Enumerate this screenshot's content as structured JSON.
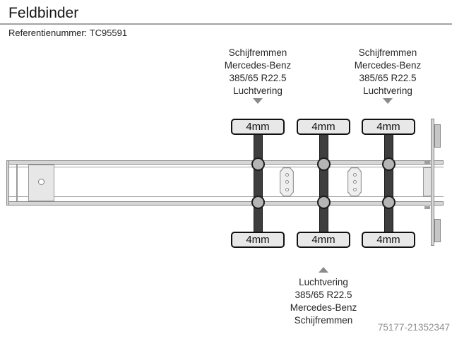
{
  "header": {
    "brand": "Feldbinder",
    "reference": "Referentienummer: TC95591"
  },
  "diagram": {
    "type": "trailer-axle-configuration",
    "spec_blocks": [
      {
        "position": "top-left",
        "arrow": "down",
        "lines": [
          "Schijfremmen",
          "Mercedes-Benz",
          "385/65 R22.5",
          "Luchtvering"
        ]
      },
      {
        "position": "top-right",
        "arrow": "down",
        "lines": [
          "Schijfremmen",
          "Mercedes-Benz",
          "385/65 R22.5",
          "Luchtvering"
        ]
      },
      {
        "position": "bottom",
        "arrow": "up",
        "lines": [
          "Luchtvering",
          "385/65 R22.5",
          "Mercedes-Benz",
          "Schijfremmen"
        ]
      }
    ],
    "axles": [
      {
        "name": "axle-1",
        "tread_top": "4mm",
        "tread_bottom": "4mm"
      },
      {
        "name": "axle-2",
        "tread_top": "4mm",
        "tread_bottom": "4mm"
      },
      {
        "name": "axle-3",
        "tread_top": "4mm",
        "tread_bottom": "4mm"
      }
    ]
  },
  "footer": {
    "listing_id": "75177-21352347"
  },
  "colors": {
    "axle_bar": "#3e3e3e",
    "tread_label_bg": "#e8e8e8",
    "frame_gray": "#d6d6d6",
    "arrow_gray": "#8a8a8a",
    "divider_gray": "#a2a2a2",
    "footer_text": "#8f8f8f"
  }
}
